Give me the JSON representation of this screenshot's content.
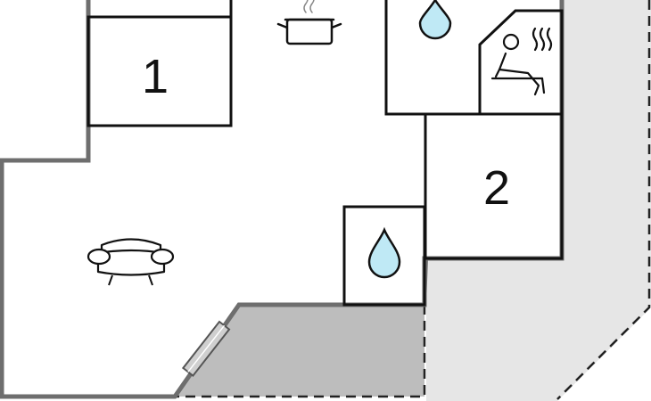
{
  "floorplan": {
    "rooms": [
      {
        "label": "1",
        "kind": "bedroom"
      },
      {
        "label": "2",
        "kind": "bedroom"
      }
    ],
    "icons": [
      {
        "name": "kitchen-pot-icon",
        "room": "kitchen"
      },
      {
        "name": "water-drop-icon",
        "room": "bathroom"
      },
      {
        "name": "sauna-icon",
        "room": "sauna"
      },
      {
        "name": "water-drop-icon",
        "room": "toilet"
      },
      {
        "name": "sofa-icon",
        "room": "living-room"
      },
      {
        "name": "window-icon",
        "room": "living-room"
      }
    ],
    "areas": [
      "terrace",
      "outdoor-area"
    ]
  },
  "colors": {
    "wall": "#6e6e6e",
    "room_outline": "#111111",
    "terrace_fill": "#bdbdbd",
    "outdoor_fill": "#e6e6e6",
    "water": "#bfe9f5",
    "window_fill": "#cfcfcf"
  }
}
